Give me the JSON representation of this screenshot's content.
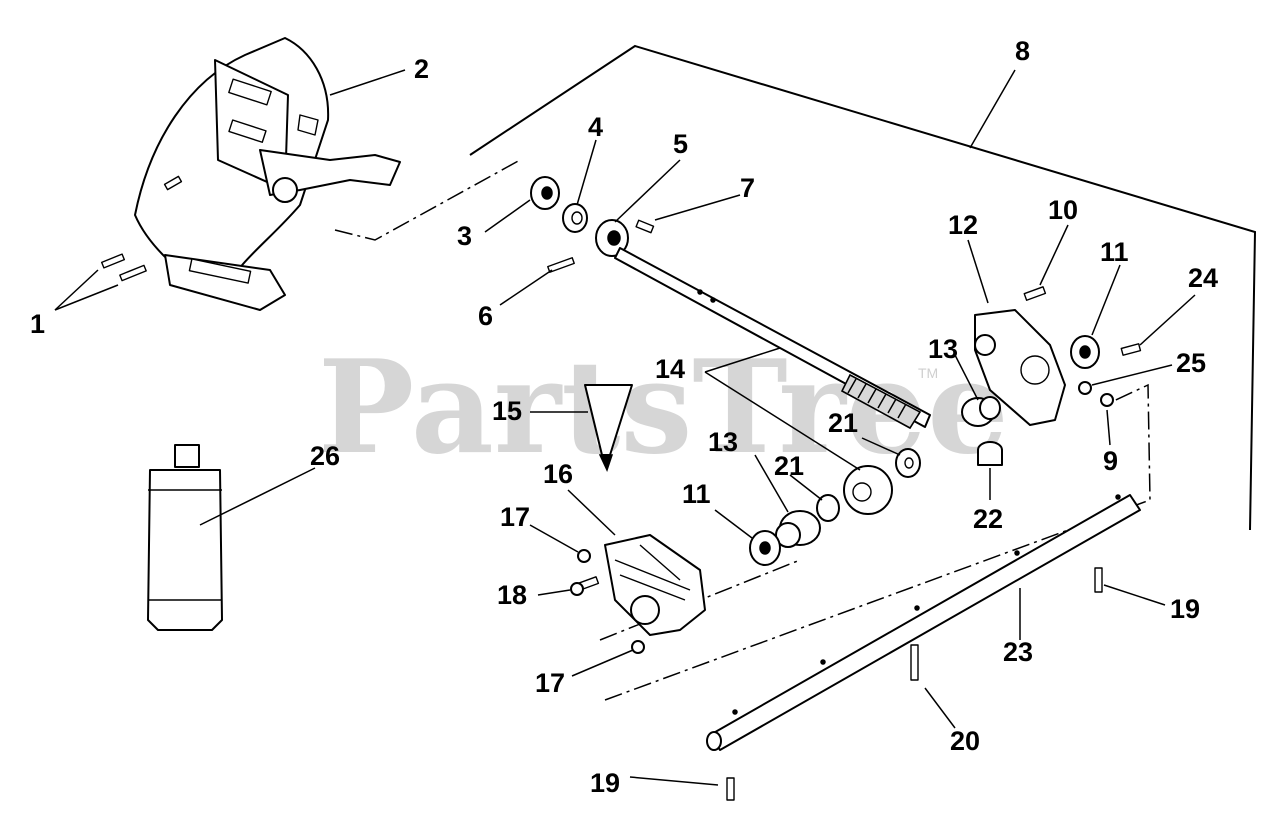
{
  "watermark": {
    "text": "PartsTree",
    "mark": "TM"
  },
  "callouts": [
    "1",
    "2",
    "3",
    "4",
    "5",
    "6",
    "7",
    "8",
    "9",
    "10",
    "11",
    "11",
    "12",
    "13",
    "13",
    "14",
    "15",
    "16",
    "17",
    "17",
    "18",
    "19",
    "19",
    "20",
    "21",
    "21",
    "22",
    "23",
    "24",
    "25",
    "26"
  ]
}
